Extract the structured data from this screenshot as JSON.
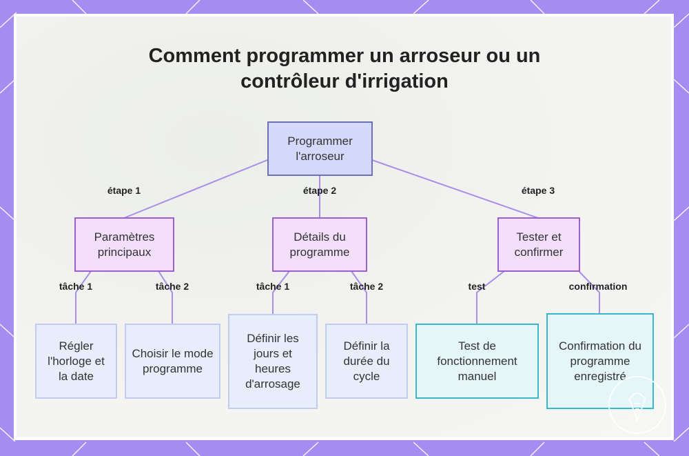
{
  "title": [
    "Comment programmer un arroseur ou un",
    "contrôleur d'irrigation"
  ],
  "root": "Programmer l'arroseur",
  "steps": [
    {
      "label": "étape 1",
      "node": "Paramètres principaux"
    },
    {
      "label": "étape 2",
      "node": "Détails du programme"
    },
    {
      "label": "étape 3",
      "node": "Tester et confirmer"
    }
  ],
  "tasks": [
    {
      "label": "tâche 1",
      "node": "Régler l'horloge et la date"
    },
    {
      "label": "tâche 2",
      "node": "Choisir le mode programme"
    },
    {
      "label": "tâche 1",
      "node": "Définir les jours et heures d'arrosage"
    },
    {
      "label": "tâche 2",
      "node": "Définir la durée du cycle"
    },
    {
      "label": "test",
      "node": "Test de fonctionnement manuel"
    },
    {
      "label": "confirmation",
      "node": "Confirmation du programme enregistré"
    }
  ],
  "colors": {
    "frame": "#a48cf0",
    "root_fill": "#d4d9fb",
    "step_fill": "#f3dffb",
    "task_fill": "#e8edfb",
    "test_border": "#39b7c9",
    "edge": "#a98ee8"
  }
}
